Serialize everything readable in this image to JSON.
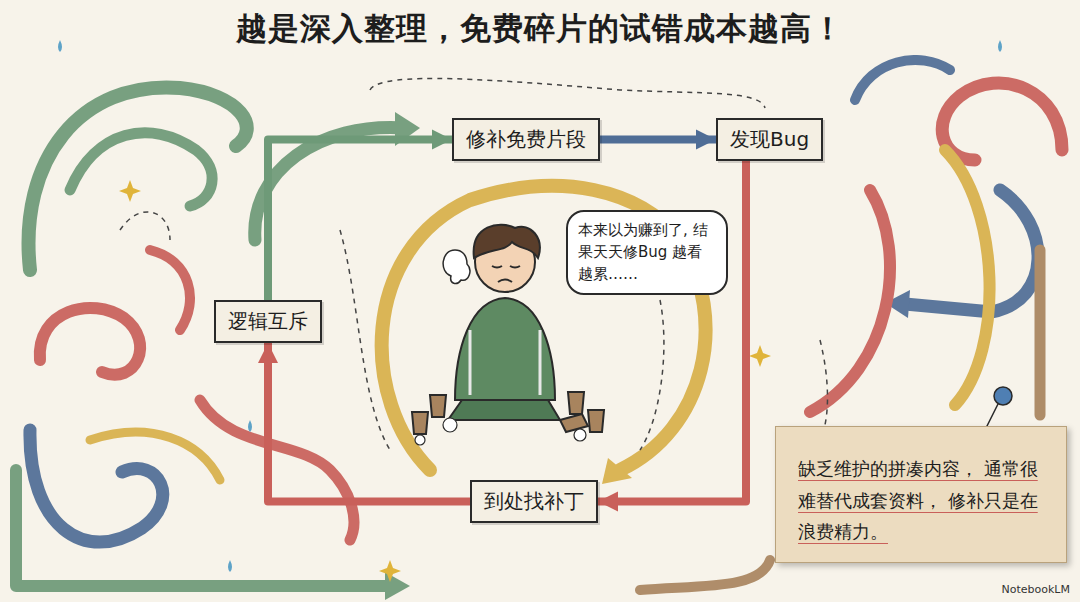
{
  "diagram": {
    "title": "越是深入整理，免费碎片的试错成本越高！",
    "nodes": [
      {
        "text": [
          "修补免费片段"
        ]
      },
      {
        "text": [
          "发现Bug"
        ]
      },
      {
        "text": [
          "逻辑互斥"
        ]
      },
      {
        "text": [
          "本来以为赚到了, 结果天天修Bug 越看越累……"
        ]
      },
      {
        "text": [
          "到处找补丁"
        ]
      },
      {
        "text": [
          "缺乏维护的拼凑内容， 通常很难替代成套资料， 修补只是在浪费精力。"
        ]
      }
    ],
    "edges": [
      {
        "from": 0,
        "to": 1,
        "arrow": "to"
      },
      {
        "from": 1,
        "to": 4,
        "arrow": "to"
      },
      {
        "from": 4,
        "to": 2,
        "arrow": "to"
      },
      {
        "from": 2,
        "to": 0,
        "arrow": "to"
      }
    ],
    "labels": [
      "NotebookLM"
    ]
  }
}
